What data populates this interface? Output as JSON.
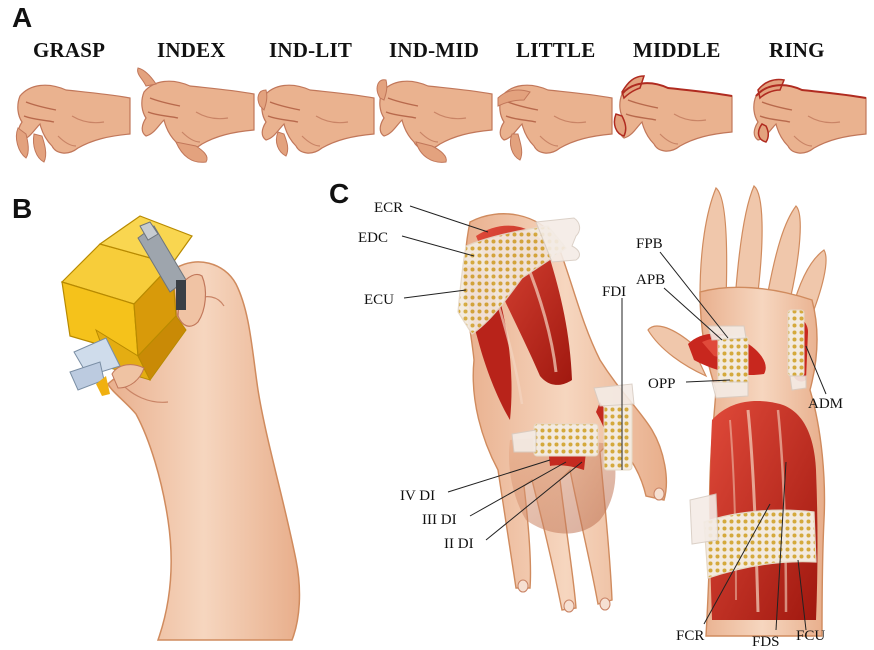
{
  "panels": {
    "a": "A",
    "b": "B",
    "c": "C"
  },
  "grasp_labels": [
    "GRASP",
    "INDEX",
    "IND-LIT",
    "IND-MID",
    "LITTLE",
    "MIDDLE",
    "RING"
  ],
  "dorsal_labels": {
    "ecr": "ECR",
    "edc": "EDC",
    "ecu": "ECU",
    "fdi": "FDI",
    "iv_di": "IV DI",
    "iii_di": "III DI",
    "ii_di": "II DI"
  },
  "palmar_labels": {
    "fpb": "FPB",
    "apb": "APB",
    "opp": "OPP",
    "adm": "ADM",
    "fcr": "FCR",
    "fds": "FDS",
    "fcu": "FCU"
  },
  "colors": {
    "skin_light": "#f2cdb4",
    "skin_mid": "#e4a885",
    "skin_dark": "#c47a5a",
    "muscle": "#cc2a22",
    "muscle_dark": "#9e1a14",
    "electrode": "#d4b04a",
    "device_yellow": "#f5c21b",
    "device_shadow": "#d89a0a",
    "device_gray": "#b9bec4"
  }
}
